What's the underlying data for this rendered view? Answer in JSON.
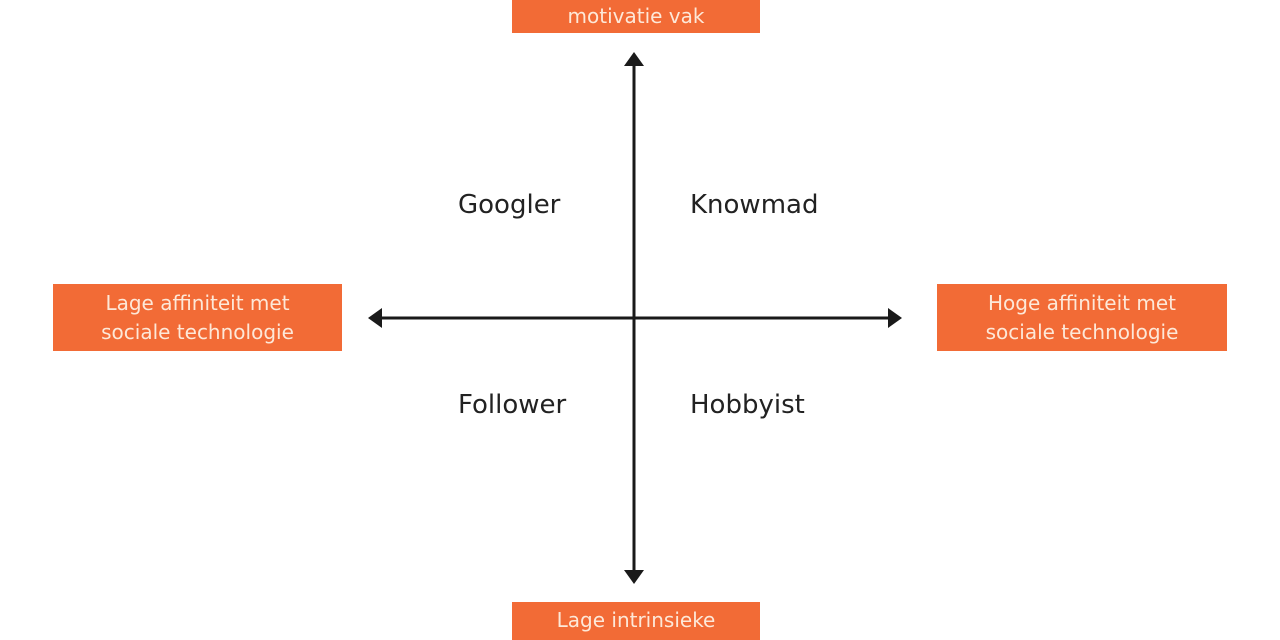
{
  "colors": {
    "accent": "#f26b36",
    "label_text": "#fde8d8",
    "axis": "#1a1a1a"
  },
  "axes": {
    "top": [
      "motivatie vak"
    ],
    "bottom": [
      "Lage intrinsieke"
    ],
    "left": [
      "Lage affiniteit met",
      "sociale technologie"
    ],
    "right": [
      "Hoge affiniteit met",
      "sociale technologie"
    ]
  },
  "quadrants": {
    "top_left": "Googler",
    "top_right": "Knowmad",
    "bottom_left": "Follower",
    "bottom_right": "Hobbyist"
  }
}
